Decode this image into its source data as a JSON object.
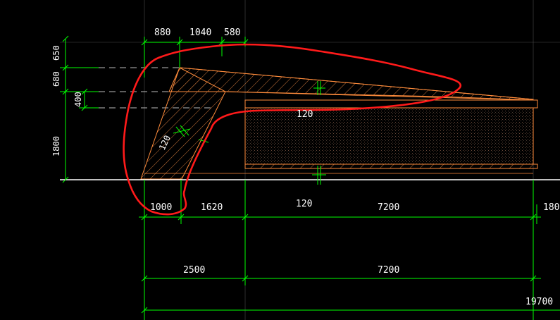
{
  "drawing": {
    "background": "#000000",
    "colors": {
      "dimension": "#00ff00",
      "object": "#ff8c3c",
      "hatch": "#d07a3a",
      "baseline": "#ffffff",
      "markup": "#ff1a1a",
      "text": "#ffffff"
    },
    "top_dims": [
      "880",
      "1040",
      "580"
    ],
    "left_dims": [
      "650",
      "680",
      "400",
      "1800"
    ],
    "section_labels": [
      "120",
      "120"
    ],
    "row1_dims": [
      "1000",
      "1620",
      "120",
      "7200",
      "180"
    ],
    "row2_dims": [
      "2500",
      "7200"
    ],
    "total_dim": "19700"
  }
}
